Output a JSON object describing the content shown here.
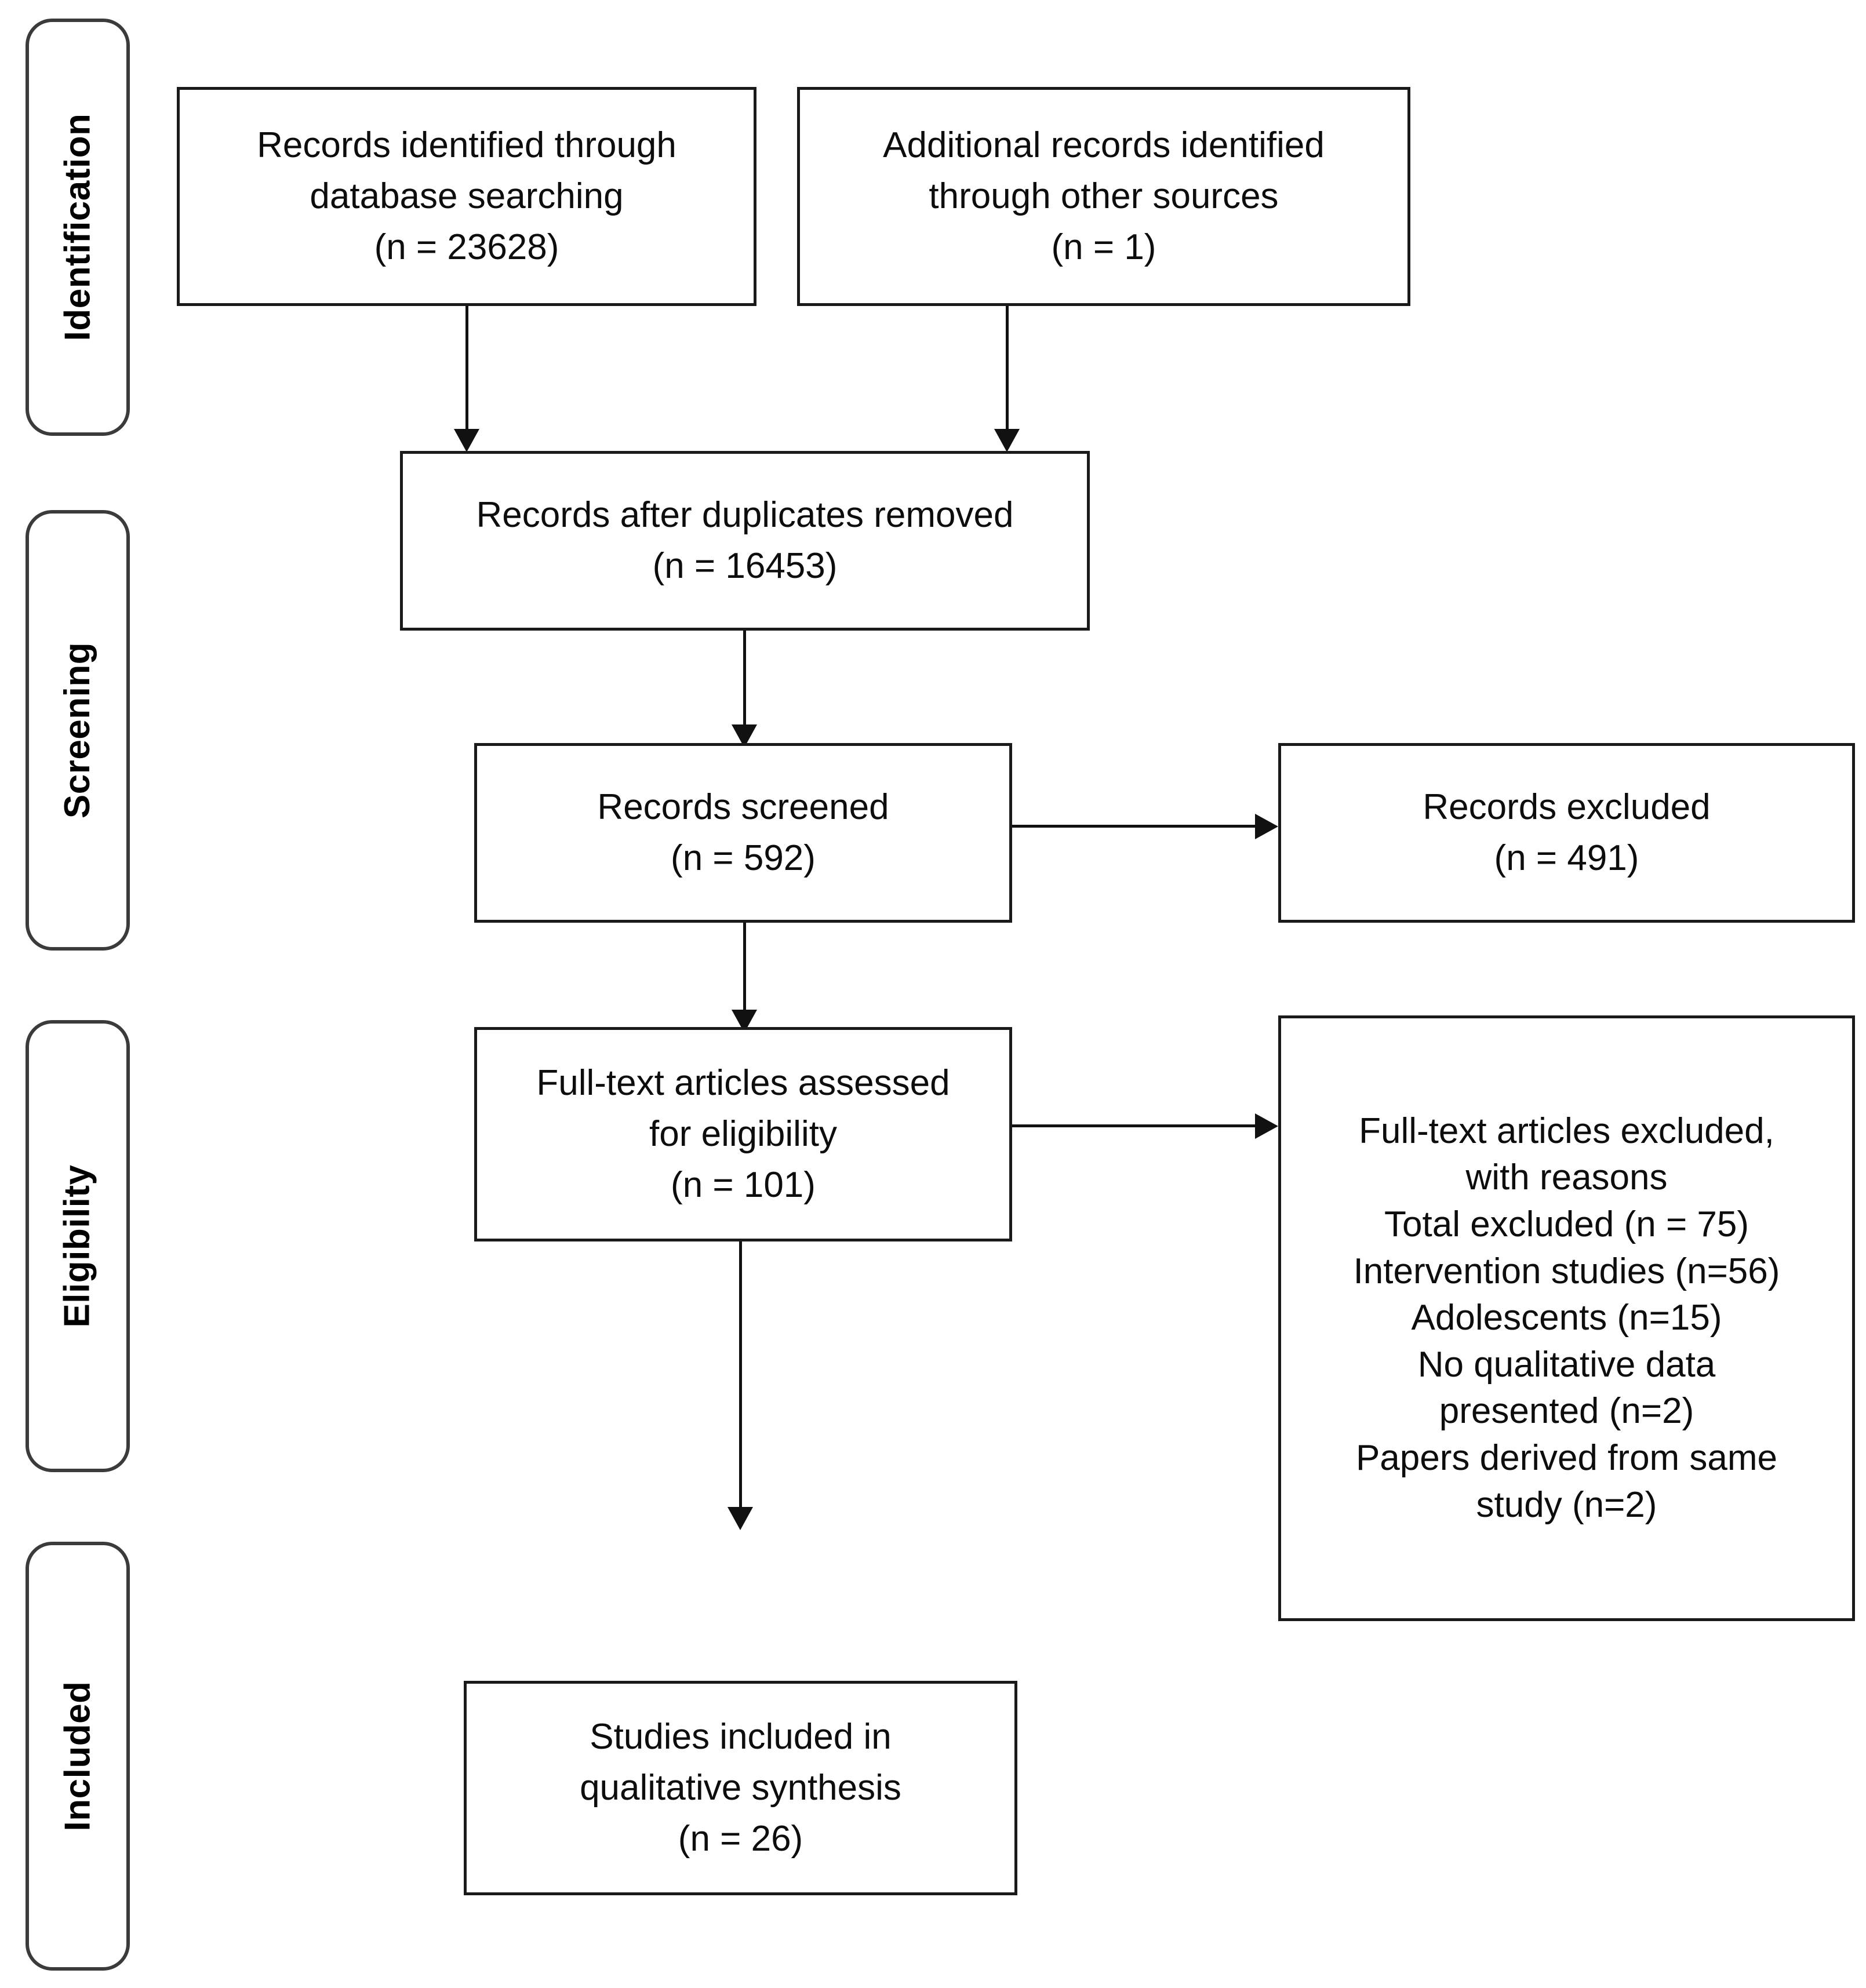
{
  "diagram": {
    "type": "PRISMA flow diagram",
    "stages": [
      {
        "id": "identification",
        "label": "Identification"
      },
      {
        "id": "screening",
        "label": "Screening"
      },
      {
        "id": "eligibility",
        "label": "Eligibility"
      },
      {
        "id": "included",
        "label": "Included"
      }
    ],
    "boxes": {
      "database_search": {
        "lines": [
          "Records identified through",
          "database searching",
          "(n = 23628)"
        ]
      },
      "other_sources": {
        "lines": [
          "Additional records identified",
          "through other sources",
          "(n = 1)"
        ]
      },
      "after_duplicates": {
        "lines": [
          "Records after duplicates removed",
          "(n = 16453)"
        ]
      },
      "records_screened": {
        "lines": [
          "Records screened",
          "(n = 592)"
        ]
      },
      "records_excluded": {
        "lines": [
          "Records excluded",
          "(n = 491)"
        ]
      },
      "fulltext_assessed": {
        "lines": [
          "Full-text articles assessed",
          "for eligibility",
          "(n = 101)"
        ]
      },
      "fulltext_excluded": {
        "lines": [
          "Full-text articles excluded,",
          "with reasons",
          "Total excluded (n = 75)",
          "Intervention studies (n=56)",
          "Adolescents (n=15)",
          "No qualitative data",
          "presented (n=2)",
          "Papers derived from same",
          "study (n=2)"
        ]
      },
      "studies_included": {
        "lines": [
          "Studies included in",
          "qualitative synthesis",
          "(n = 26)"
        ]
      }
    },
    "counts": {
      "database_searching": 23628,
      "other_sources": 1,
      "after_duplicates_removed": 16453,
      "records_screened": 592,
      "records_excluded": 491,
      "fulltext_assessed": 101,
      "fulltext_total_excluded": 75,
      "excluded_intervention_studies": 56,
      "excluded_adolescents": 15,
      "excluded_no_qualitative_data": 2,
      "excluded_same_study": 2,
      "studies_included": 26
    },
    "colors": {
      "box_border": "#1a1a1a",
      "pill_border": "#3b3b3b",
      "connector": "#111111",
      "text": "#0d0d0d",
      "background": "#ffffff"
    }
  }
}
